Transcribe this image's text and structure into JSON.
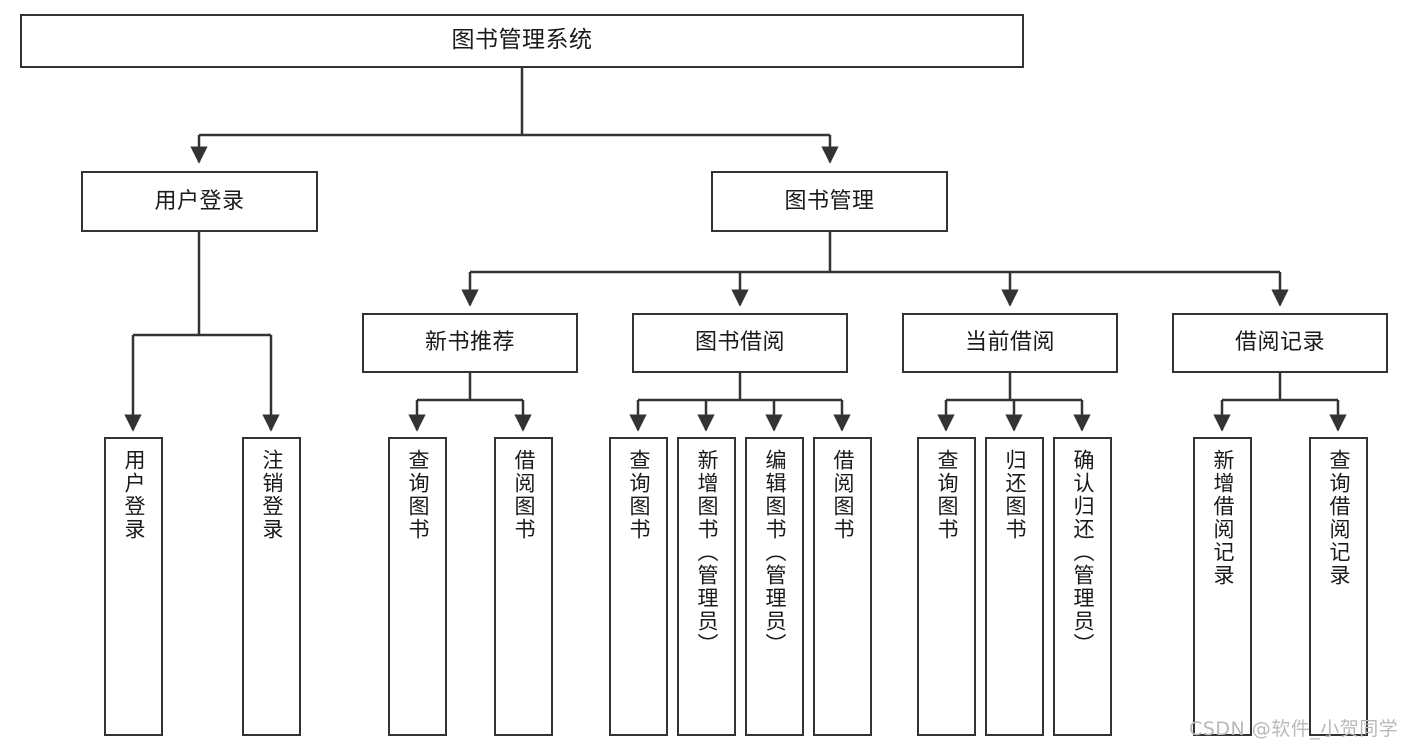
{
  "diagram": {
    "type": "hierarchy-tree",
    "title": "图书管理系统",
    "root": {
      "label": "图书管理系统"
    },
    "level2": [
      {
        "label": "用户登录"
      },
      {
        "label": "图书管理"
      }
    ],
    "level3": [
      {
        "label": "新书推荐"
      },
      {
        "label": "图书借阅"
      },
      {
        "label": "当前借阅"
      },
      {
        "label": "借阅记录"
      }
    ],
    "leaves": {
      "user_login": [
        {
          "label": "用户登录"
        },
        {
          "label": "注销登录"
        }
      ],
      "new_book_recommend": [
        {
          "label": "查询图书"
        },
        {
          "label": "借阅图书"
        }
      ],
      "book_borrow": [
        {
          "label": "查询图书"
        },
        {
          "label": "新增图书（管理员）"
        },
        {
          "label": "编辑图书（管理员）"
        },
        {
          "label": "借阅图书"
        }
      ],
      "current_borrow": [
        {
          "label": "查询图书"
        },
        {
          "label": "归还图书"
        },
        {
          "label": "确认归还（管理员）"
        }
      ],
      "borrow_record": [
        {
          "label": "新增借阅记录"
        },
        {
          "label": "查询借阅记录"
        }
      ]
    }
  },
  "watermark": {
    "text": "CSDN @软件_小贺同学"
  },
  "colors": {
    "border": "#333333",
    "text": "#1a1a1a",
    "background": "#ffffff",
    "watermark": "#b9b9b9"
  }
}
